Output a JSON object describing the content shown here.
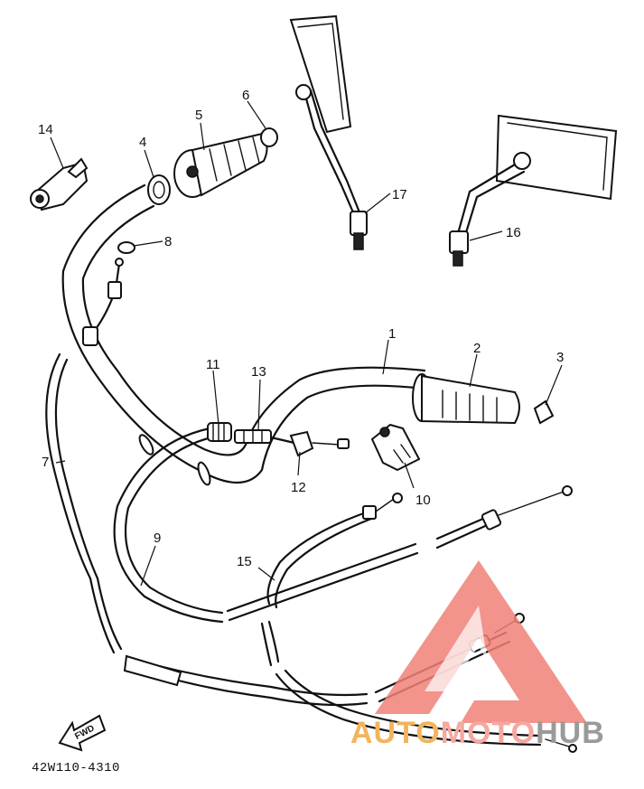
{
  "diagram": {
    "code": "42W110-4310",
    "fwd_label": "FWD",
    "callouts": [
      "1",
      "2",
      "3",
      "4",
      "5",
      "6",
      "7",
      "8",
      "9",
      "10",
      "11",
      "12",
      "13",
      "14",
      "15",
      "16",
      "17"
    ]
  },
  "watermark": {
    "brand_part1": "AUTO",
    "brand_part2": "MOTO",
    "brand_part3": "HUB",
    "colors": {
      "triangle": "#f08078",
      "auto": "#f3b45c",
      "moto": "#f5a8a0",
      "hub": "#9a9a9a"
    }
  }
}
